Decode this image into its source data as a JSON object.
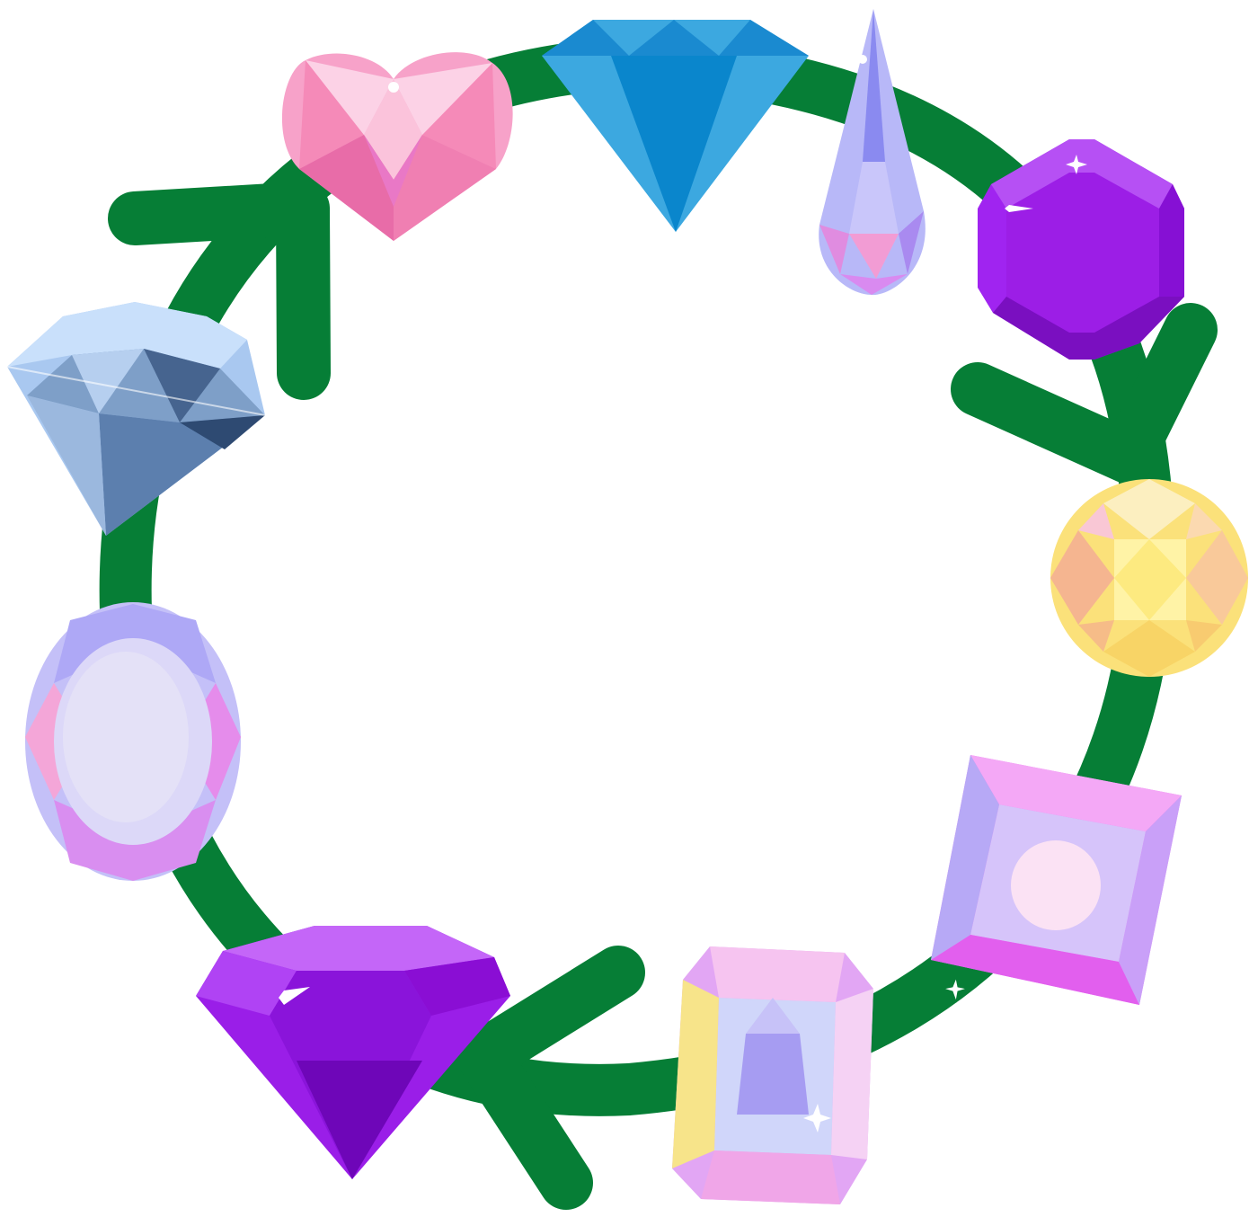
{
  "diagram": {
    "type": "cycle",
    "direction": "clockwise",
    "ring_color": "#067E36",
    "background": "#ffffff",
    "nodes": [
      {
        "id": "round-brilliant-diamond",
        "shape": "round brilliant",
        "color": "#A9C8F0"
      },
      {
        "id": "heart-pink-gem",
        "shape": "heart",
        "color": "#F7A2C9"
      },
      {
        "id": "blue-diamond",
        "shape": "diamond",
        "color": "#1A8AD0"
      },
      {
        "id": "teardrop-pendant",
        "shape": "teardrop",
        "color": "#B8B8F8"
      },
      {
        "id": "purple-octagon-gem",
        "shape": "octagon",
        "color": "#A024F0"
      },
      {
        "id": "yellow-round-gem",
        "shape": "round",
        "color": "#FBE17A"
      },
      {
        "id": "pink-princess-gem",
        "shape": "square",
        "color": "#EC7CF4"
      },
      {
        "id": "emerald-cut-gem",
        "shape": "emerald cut",
        "color": "#E2A6F4"
      },
      {
        "id": "purple-diamond",
        "shape": "diamond",
        "color": "#9A1EE8"
      },
      {
        "id": "lavender-oval-gem",
        "shape": "oval",
        "color": "#C4C0F8"
      }
    ],
    "arrows": [
      {
        "id": "arrow-top-left",
        "points_toward": "heart-pink-gem"
      },
      {
        "id": "arrow-right",
        "points_toward": "yellow-round-gem"
      },
      {
        "id": "arrow-bottom",
        "points_toward": "purple-diamond"
      }
    ]
  }
}
